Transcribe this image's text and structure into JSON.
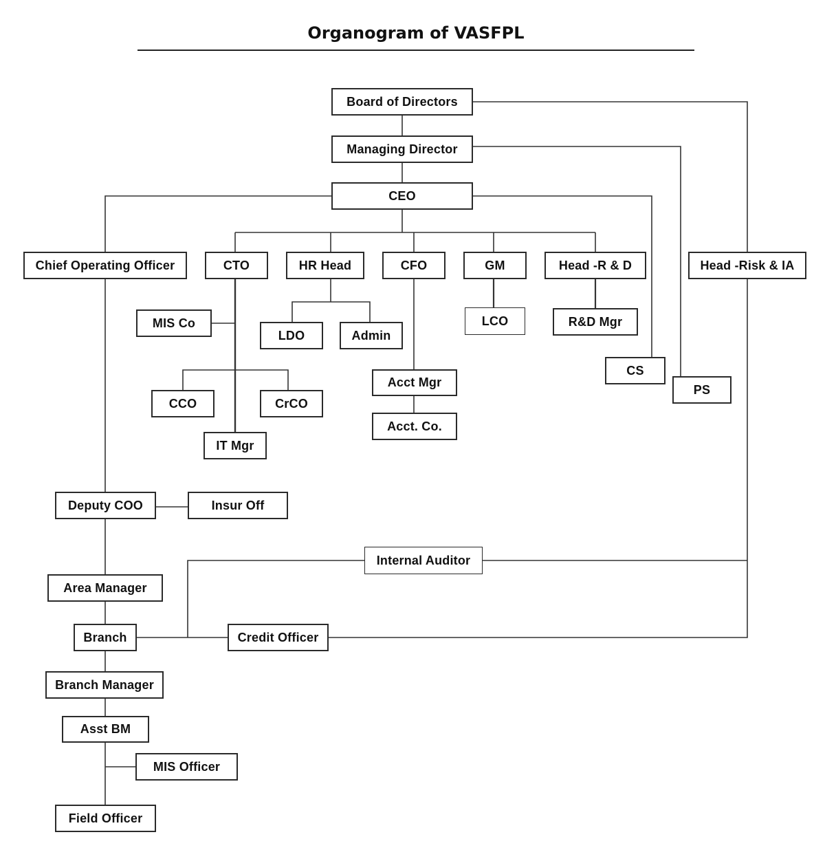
{
  "title": "Organogram of VASFPL",
  "nodes": {
    "board": "Board of Directors",
    "md": "Managing Director",
    "ceo": "CEO",
    "coo": "Chief Operating Officer",
    "cto": "CTO",
    "hr": "HR Head",
    "cfo": "CFO",
    "gm": "GM",
    "rnd": "Head -R & D",
    "risk": "Head -Risk & IA",
    "misco": "MIS Co",
    "ldo": "LDO",
    "admin": "Admin",
    "lco": "LCO",
    "rndmgr": "R&D Mgr",
    "cs": "CS",
    "ps": "PS",
    "acctmgr": "Acct Mgr",
    "acctco": "Acct. Co.",
    "cco": "CCO",
    "crco": "CrCO",
    "itmgr": "IT Mgr",
    "dcoo": "Deputy COO",
    "insur": "Insur Off",
    "ia": "Internal Auditor",
    "area": "Area Manager",
    "branch": "Branch",
    "credit": "Credit Officer",
    "bm": "Branch Manager",
    "abm": "Asst BM",
    "misoff": "MIS Officer",
    "field": "Field Officer"
  },
  "edges": [
    [
      "board",
      "md"
    ],
    [
      "md",
      "ceo"
    ],
    [
      "board",
      "risk"
    ],
    [
      "md",
      "ps"
    ],
    [
      "ceo",
      "coo"
    ],
    [
      "ceo",
      "cs"
    ],
    [
      "ceo",
      "cto"
    ],
    [
      "ceo",
      "hr"
    ],
    [
      "ceo",
      "cfo"
    ],
    [
      "ceo",
      "gm"
    ],
    [
      "ceo",
      "rnd"
    ],
    [
      "cto",
      "misco"
    ],
    [
      "cto",
      "cco"
    ],
    [
      "cto",
      "crco"
    ],
    [
      "cto",
      "itmgr"
    ],
    [
      "hr",
      "ldo"
    ],
    [
      "hr",
      "admin"
    ],
    [
      "cfo",
      "acctmgr"
    ],
    [
      "acctmgr",
      "acctco"
    ],
    [
      "gm",
      "lco"
    ],
    [
      "rnd",
      "rndmgr"
    ],
    [
      "coo",
      "dcoo"
    ],
    [
      "dcoo",
      "insur"
    ],
    [
      "dcoo",
      "area"
    ],
    [
      "area",
      "branch"
    ],
    [
      "branch",
      "bm"
    ],
    [
      "bm",
      "abm"
    ],
    [
      "abm",
      "misoff"
    ],
    [
      "abm",
      "field"
    ],
    [
      "branch",
      "credit"
    ],
    [
      "branch",
      "ia"
    ],
    [
      "risk",
      "ia"
    ],
    [
      "risk",
      "credit"
    ]
  ]
}
